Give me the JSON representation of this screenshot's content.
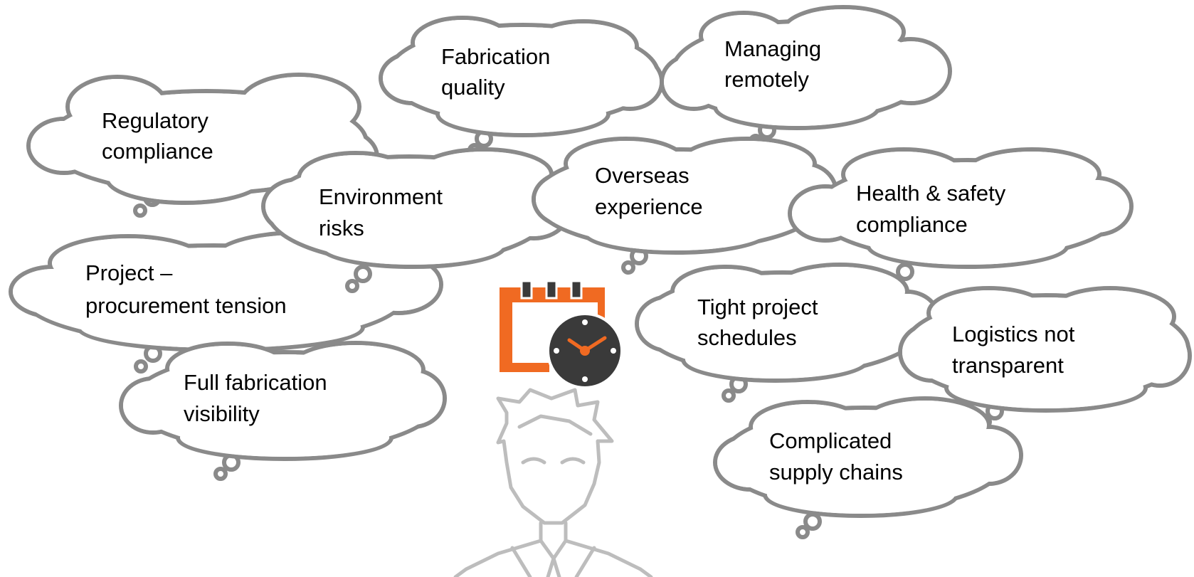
{
  "bubbles": [
    {
      "id": "fabrication-quality",
      "lines": [
        "Fabrication",
        "quality"
      ]
    },
    {
      "id": "managing-remotely",
      "lines": [
        "Managing",
        "remotely"
      ]
    },
    {
      "id": "regulatory-compliance",
      "lines": [
        "Regulatory",
        "compliance"
      ]
    },
    {
      "id": "environment-risks",
      "lines": [
        "Environment",
        "risks"
      ]
    },
    {
      "id": "overseas-experience",
      "lines": [
        "Overseas",
        "experience"
      ]
    },
    {
      "id": "health-safety-compliance",
      "lines": [
        "Health & safety",
        "compliance"
      ]
    },
    {
      "id": "project-procurement-tension",
      "lines": [
        "Project –",
        "procurement tension"
      ]
    },
    {
      "id": "tight-project-schedules",
      "lines": [
        "Tight project",
        "schedules"
      ]
    },
    {
      "id": "logistics-not-transparent",
      "lines": [
        "Logistics not",
        "transparent"
      ]
    },
    {
      "id": "full-fabrication-visibility",
      "lines": [
        "Full fabrication",
        "visibility"
      ]
    },
    {
      "id": "complicated-supply-chains",
      "lines": [
        "Complicated",
        "supply chains"
      ]
    }
  ],
  "colors": {
    "cloud_stroke": "#8a8a8a",
    "cloud_fill": "#ffffff",
    "calendar_orange": "#f06a22",
    "clock_face": "#3a3a3a",
    "clock_hands": "#f06a22",
    "person_stroke": "#bdbdbd"
  },
  "icons": [
    "calendar-icon",
    "clock-icon",
    "person-icon"
  ]
}
